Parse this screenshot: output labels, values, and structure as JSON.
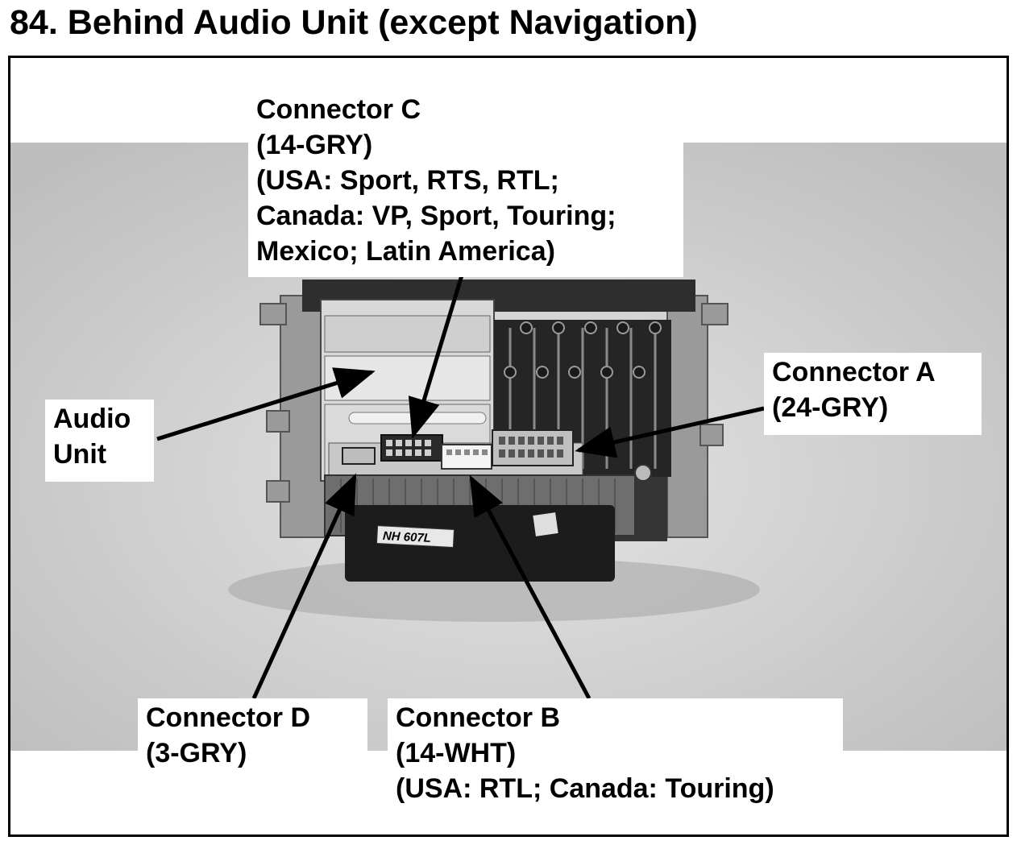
{
  "title": "84. Behind Audio Unit (except Navigation)",
  "photo": {
    "unit_tag_text": "NH 607L"
  },
  "callouts": {
    "connector_c": {
      "lines": [
        "Connector C",
        "(14-GRY)",
        "(USA: Sport, RTS, RTL;",
        "Canada: VP, Sport, Touring;",
        "Mexico; Latin America)"
      ]
    },
    "connector_a": {
      "lines": [
        "Connector A",
        "(24-GRY)"
      ]
    },
    "audio_unit": {
      "lines": [
        "Audio",
        "Unit"
      ]
    },
    "connector_d": {
      "lines": [
        "Connector D",
        "(3-GRY)"
      ]
    },
    "connector_b": {
      "lines": [
        "Connector B",
        "(14-WHT)",
        "(USA: RTL; Canada: Touring)"
      ]
    }
  }
}
